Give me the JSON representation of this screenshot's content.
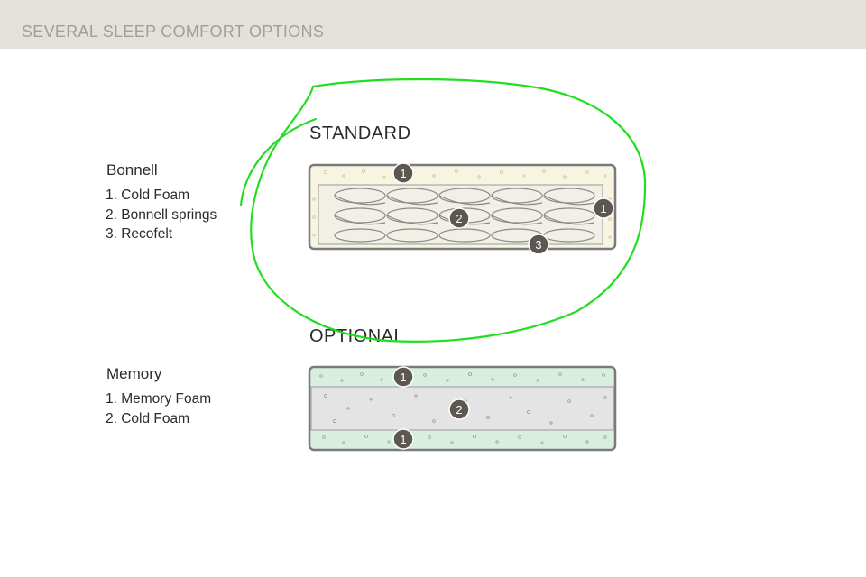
{
  "header": {
    "title": "SEVERAL SLEEP COMFORT OPTIONS"
  },
  "sections": [
    {
      "label": "STANDARD",
      "product": "Bonnell",
      "layers": [
        "1.  Cold Foam",
        "2. Bonnell springs",
        "3. Recofelt"
      ],
      "markers": [
        "1",
        "1",
        "2",
        "3"
      ],
      "colors": {
        "foam": "#f7f4df",
        "frame": "#7a7a7a",
        "spring": "#8a8a8a"
      }
    },
    {
      "label": "OPTIONAL",
      "product": "Memory",
      "layers": [
        "1.  Memory Foam",
        "2. Cold Foam"
      ],
      "markers": [
        "1",
        "2",
        "1"
      ],
      "colors": {
        "memory_foam": "#d8efe0",
        "cold_foam": "#e4e4e4",
        "frame": "#7a7a7a"
      }
    }
  ],
  "annotation": {
    "color": "#22dd22"
  }
}
